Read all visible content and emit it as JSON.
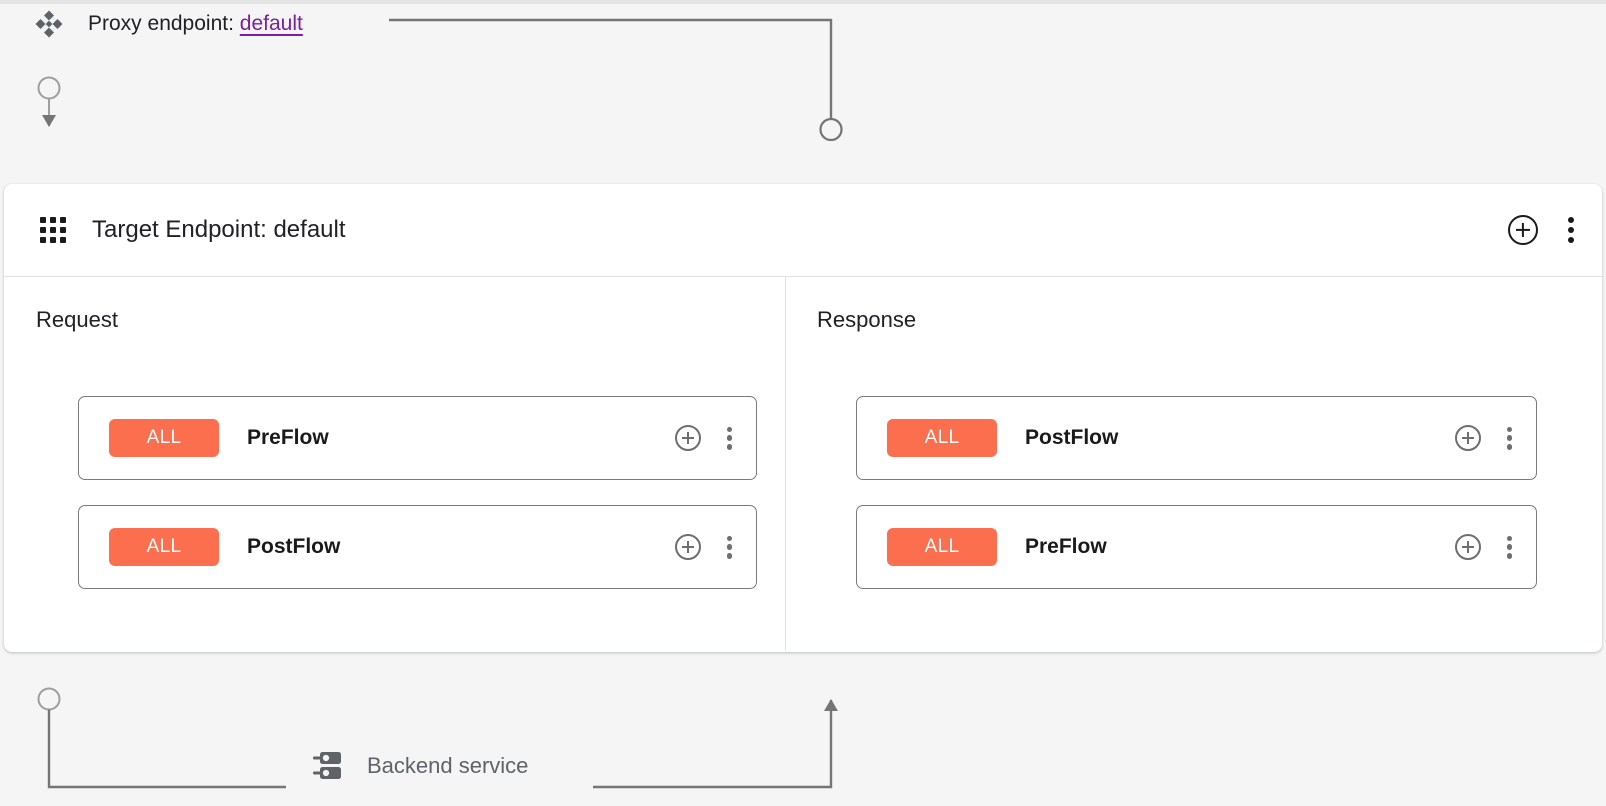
{
  "proxy": {
    "icon": "proxy-diamond-icon",
    "label_prefix": "Proxy endpoint:",
    "endpoint_name": "default",
    "link_color": "#7b1fa2"
  },
  "target_panel": {
    "icon": "grid-dots-icon",
    "title": "Target Endpoint: default",
    "actions": {
      "add_label": "add-icon",
      "menu_label": "more-options-icon"
    },
    "columns": [
      {
        "heading": "Request",
        "direction": "down",
        "flows": [
          {
            "badge": "ALL",
            "name": "PreFlow"
          },
          {
            "badge": "ALL",
            "name": "PostFlow"
          }
        ]
      },
      {
        "heading": "Response",
        "direction": "up",
        "flows": [
          {
            "badge": "ALL",
            "name": "PostFlow"
          },
          {
            "badge": "ALL",
            "name": "PreFlow"
          }
        ]
      }
    ]
  },
  "backend": {
    "icon": "server-stack-icon",
    "label": "Backend service"
  },
  "colors": {
    "badge_orange": "#fb6e4e",
    "wire_gray": "#757575",
    "page_background": "#f5f5f5",
    "panel_background": "#ffffff",
    "card_border": "#7a7a7a"
  }
}
